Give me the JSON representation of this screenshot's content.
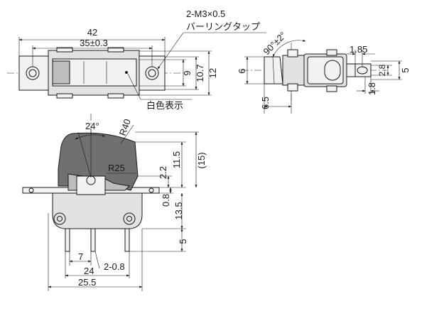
{
  "views": {
    "top": {
      "dims": {
        "length": "42",
        "pitch": "35±0.3",
        "w1": "9",
        "w2": "10.7",
        "w3": "12"
      },
      "notes": {
        "thread_line1": "2-M3×0.5",
        "thread_line2": "バーリングタップ",
        "marking": "白色表示"
      }
    },
    "end": {
      "dims": {
        "angle": "90°±2°",
        "t1": "1.85",
        "t2": "2.8",
        "t3": "5",
        "t4": "1.8",
        "h1": "6",
        "h2": "6.5"
      }
    },
    "side": {
      "dims": {
        "angle": "24°",
        "r_top": "R40",
        "r_mid": "R25",
        "d1": "2.2",
        "d2": "11.5",
        "d3": "(15)",
        "d4": "0.8",
        "d5": "13.5",
        "d6": "5",
        "b1": "7",
        "b2": "2-0.8",
        "b3": "24",
        "b4": "25.5"
      }
    }
  }
}
